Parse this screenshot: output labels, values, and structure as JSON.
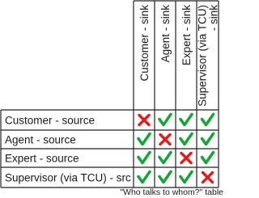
{
  "table": {
    "columns": [
      "Customer - sink",
      "Agent - sink",
      "Expert - sink",
      "Supervisor (via TCU) - sink"
    ],
    "column_label_lines": [
      [
        "Customer - sink"
      ],
      [
        "Agent - sink"
      ],
      [
        "Expert - sink"
      ],
      [
        "Supervisor (via TCU)",
        "- sink"
      ]
    ],
    "rows": [
      {
        "label": "Customer - source",
        "cells": [
          "cross",
          "check",
          "check",
          "check"
        ]
      },
      {
        "label": "Agent - source",
        "cells": [
          "check",
          "cross",
          "check",
          "check"
        ]
      },
      {
        "label": "Expert - source",
        "cells": [
          "check",
          "check",
          "cross",
          "check"
        ]
      },
      {
        "label": "Supervisor (via TCU) - src",
        "cells": [
          "check",
          "check",
          "check",
          "cross"
        ]
      }
    ],
    "caption": "\"Who talks to whom?\" table"
  },
  "colors": {
    "check": "#1aa33a",
    "cross": "#e01c1c",
    "border": "#222222"
  },
  "icons": {
    "check": "checkmark-icon",
    "cross": "cross-icon"
  }
}
